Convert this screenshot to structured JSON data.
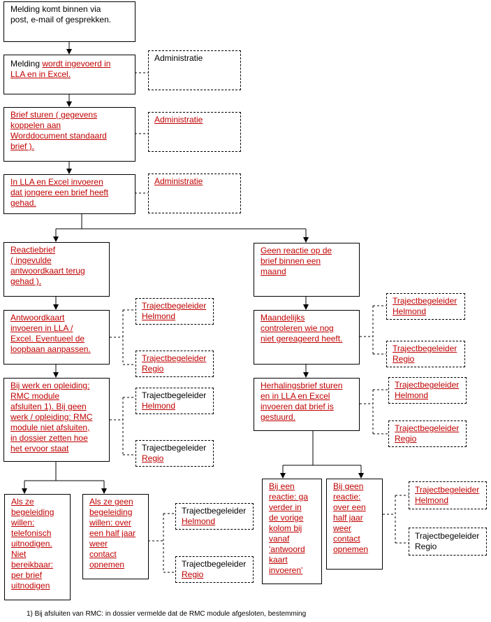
{
  "boxes": {
    "b1": [
      "Melding komt binnen via",
      "post, e-mail of gesprekken."
    ],
    "b2_prefix": "Melding ",
    "b2_link": [
      "wordt ingevoerd in",
      "LLA en in Excel."
    ],
    "b3": [
      "Brief sturen ( gegevens",
      "koppelen aan",
      "Worddocument standaard",
      "brief )."
    ],
    "b4": [
      "In LLA en Excel invoeren",
      "dat jongere een brief heeft",
      "gehad."
    ],
    "l1": [
      "Reactiebrief",
      "( ingevulde",
      "antwoordkaart terug",
      "gehad )."
    ],
    "l2": [
      "Antwoordkaart",
      "invoeren in LLA /",
      "Excel. Eventueel de",
      "loopbaan aanpassen."
    ],
    "l3": [
      "Bij werk en opleiding:",
      "RMC module",
      "afsluiten 1). Bij geen",
      "werk / opleiding: RMC",
      "module niet afsluiten,",
      "in dossier zetten hoe",
      "het ervoor staat"
    ],
    "l4": [
      "Als ze",
      "begeleiding",
      "willen:",
      "telefonisch",
      "uitnodigen.",
      "Niet",
      "bereikbaar:",
      "per brief",
      "uitnodigen"
    ],
    "l5": [
      "Als ze geen",
      "begeleiding",
      "willen: over",
      "een half jaar",
      "weer",
      "contact",
      "opnemen"
    ],
    "r1": [
      "Geen reactie op de",
      "brief binnen een",
      "maand"
    ],
    "r2": [
      "Maandelijks",
      "controleren wie nog",
      "niet gereageerd heeft."
    ],
    "r3": [
      "Herhalingsbrief sturen",
      "en in LLA en Excel",
      "invoeren dat brief is",
      "gestuurd."
    ],
    "r4": [
      "Bij een",
      "reactie: ga",
      "verder in",
      "de vorige",
      "kolom bij",
      "vanaf",
      "'antwoord",
      "kaart",
      "invoeren'"
    ],
    "r5": [
      "Bij geen",
      "reactie:",
      "over een",
      "half jaar",
      "weer",
      "contact",
      "opnemen"
    ]
  },
  "roles": {
    "admin": "Administratie",
    "traject": "Trajectbegeleider",
    "helmond": "Helmond",
    "regio": "Regio"
  },
  "footnote": "1) Bij afsluiten van RMC: in dossier vermelde dat de RMC module afgesloten, bestemming",
  "colors": {
    "link_red": "#c00000",
    "line": "#000000"
  }
}
